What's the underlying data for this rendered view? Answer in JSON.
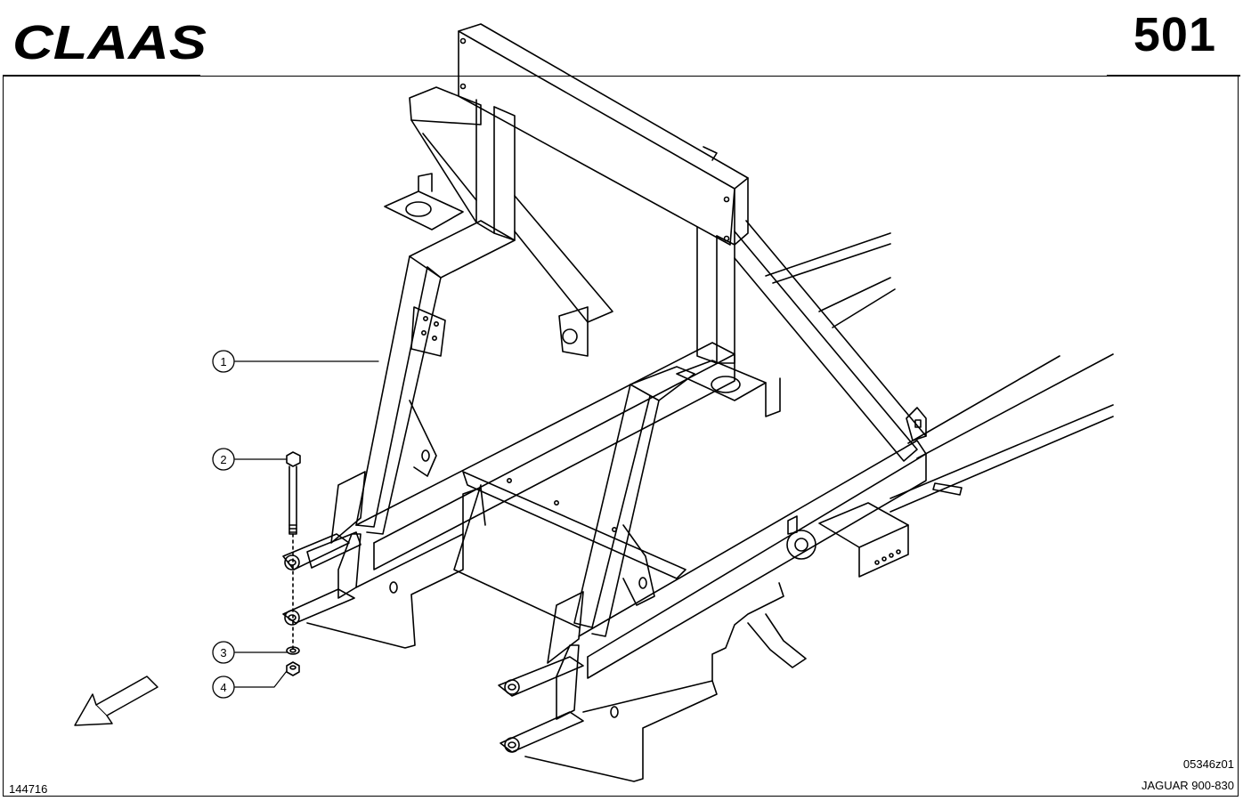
{
  "header": {
    "brand": "CLAAS",
    "page_number": "501"
  },
  "callouts": [
    {
      "number": "1",
      "target": "frame-support"
    },
    {
      "number": "2",
      "target": "bolt"
    },
    {
      "number": "3",
      "target": "washer"
    },
    {
      "number": "4",
      "target": "nut"
    }
  ],
  "footer": {
    "drawing_id": "144716",
    "part_code": "05346z01",
    "model": "JAGUAR 900-830"
  },
  "icons": {
    "logo": "claas-logo",
    "direction": "direction-arrow-icon"
  }
}
